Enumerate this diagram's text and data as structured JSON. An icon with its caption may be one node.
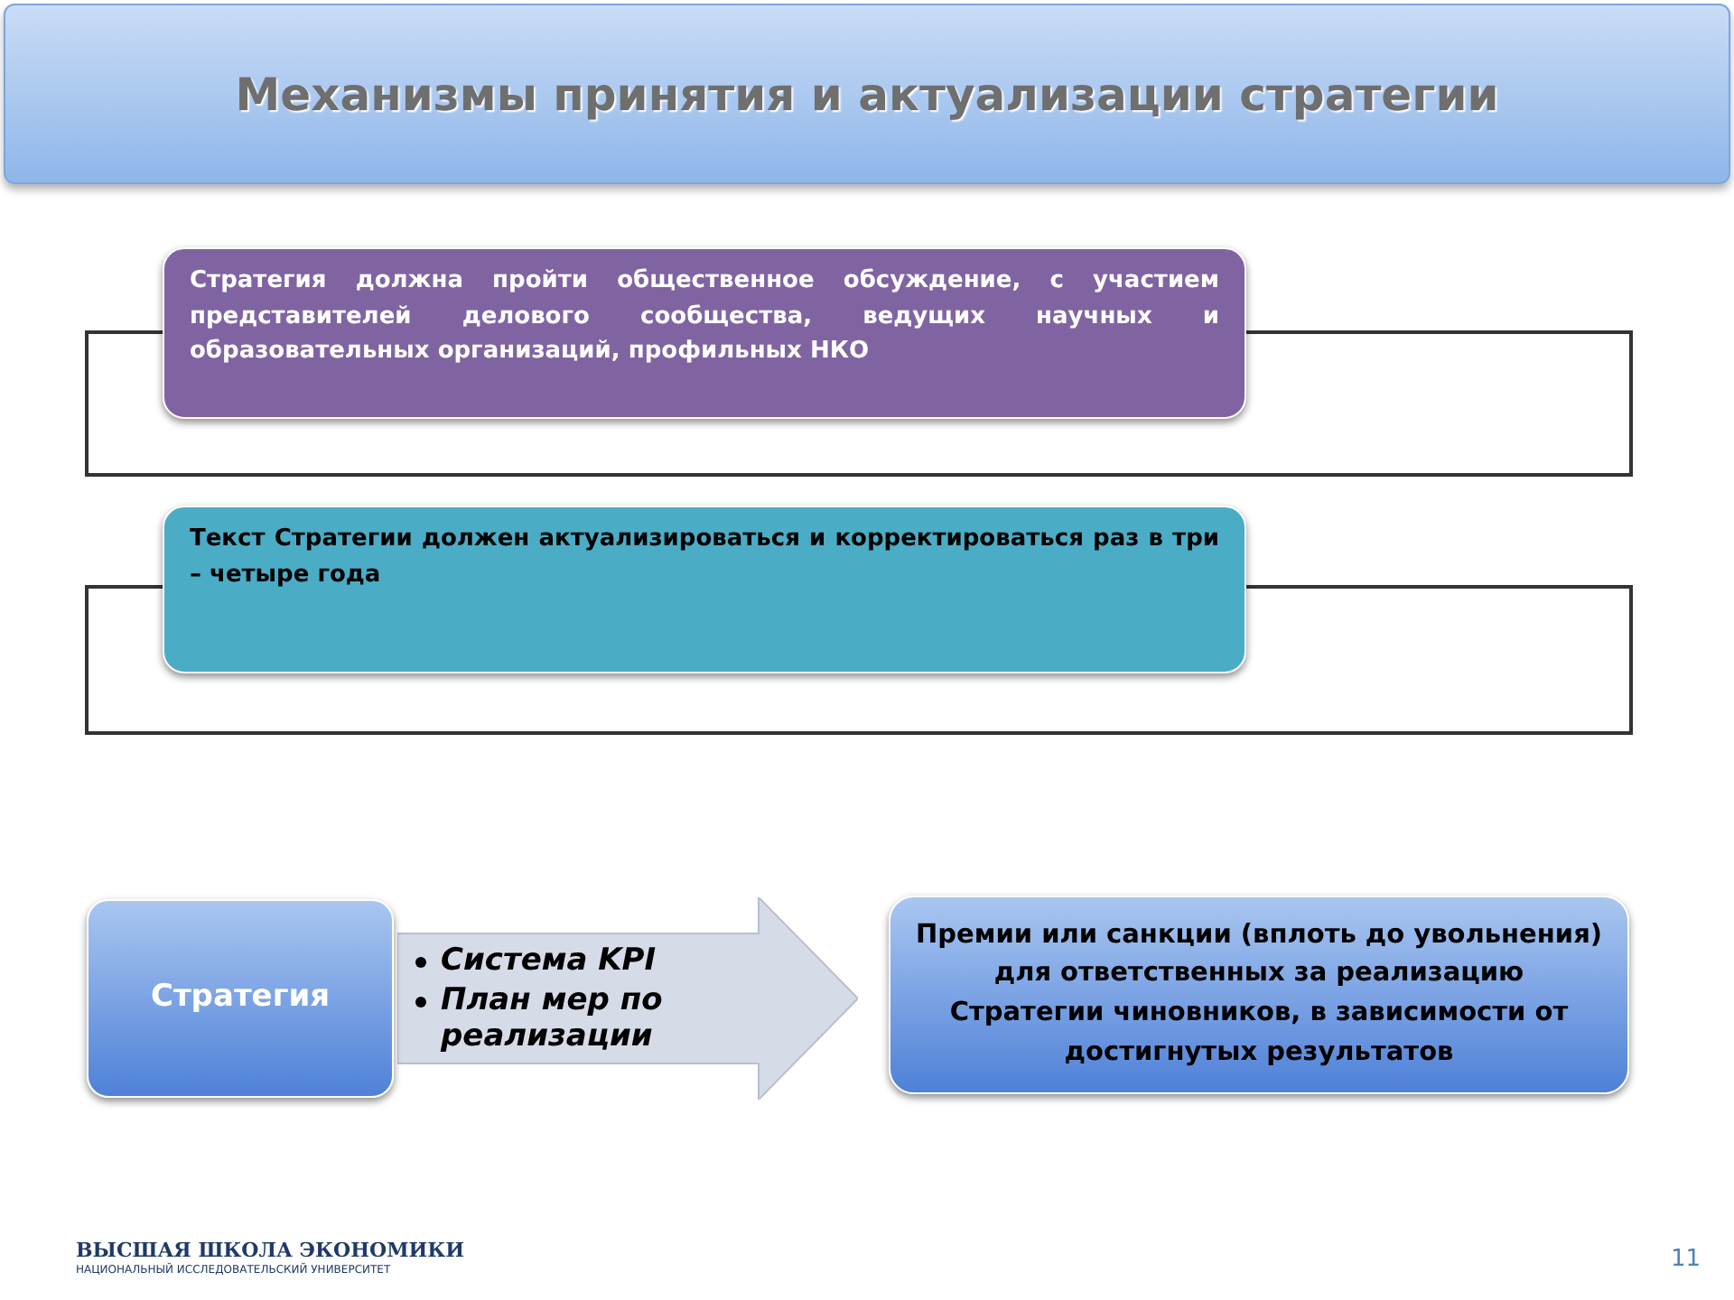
{
  "diagram": {
    "title": "Механизмы принятия и актуализации стратегии",
    "nodes": [
      {
        "text": [
          "Стратегия должна пройти общественное обсуждение, с участием представителей делового сообщества, ведущих научных и образовательных организаций, профильных НКО"
        ]
      },
      {
        "text": [
          "Текст Стратегии должен актуализироваться и корректироваться раз в три – четыре года"
        ]
      },
      {
        "text": [
          "Стратегия"
        ]
      },
      {
        "text": [
          "Система KPI",
          "План мер по реализации"
        ]
      },
      {
        "text": [
          "Премии или санкции (вплоть до увольнения) для ответственных за реализацию Стратегии чиновников, в зависимости от достигнутых результатов"
        ]
      }
    ],
    "labels": [
      "ВЫСШАЯ ШКОЛА ЭКОНОМИКИ",
      "НАЦИОНАЛЬНЫЙ ИССЛЕДОВАТЕЛЬСКИЙ УНИВЕРСИТЕТ",
      "11"
    ]
  }
}
